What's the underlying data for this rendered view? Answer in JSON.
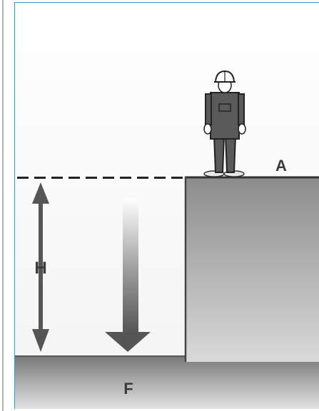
{
  "labels": {
    "surface": "A",
    "height": "H",
    "floor": "F"
  },
  "icons": {
    "worker": "worker-with-hard-hat-icon",
    "fall_arrow": "arrow-down-icon",
    "height_arrow": "double-headed-vertical-arrow-icon"
  },
  "colors": {
    "frame": "#2a9fc0",
    "platform_top": "#8c8c8c",
    "platform_bottom": "#d9d9d9",
    "floor_top": "#777777",
    "floor_bottom": "#dedede",
    "arrow": "#555555",
    "worker_body": "#5a5a5a"
  }
}
